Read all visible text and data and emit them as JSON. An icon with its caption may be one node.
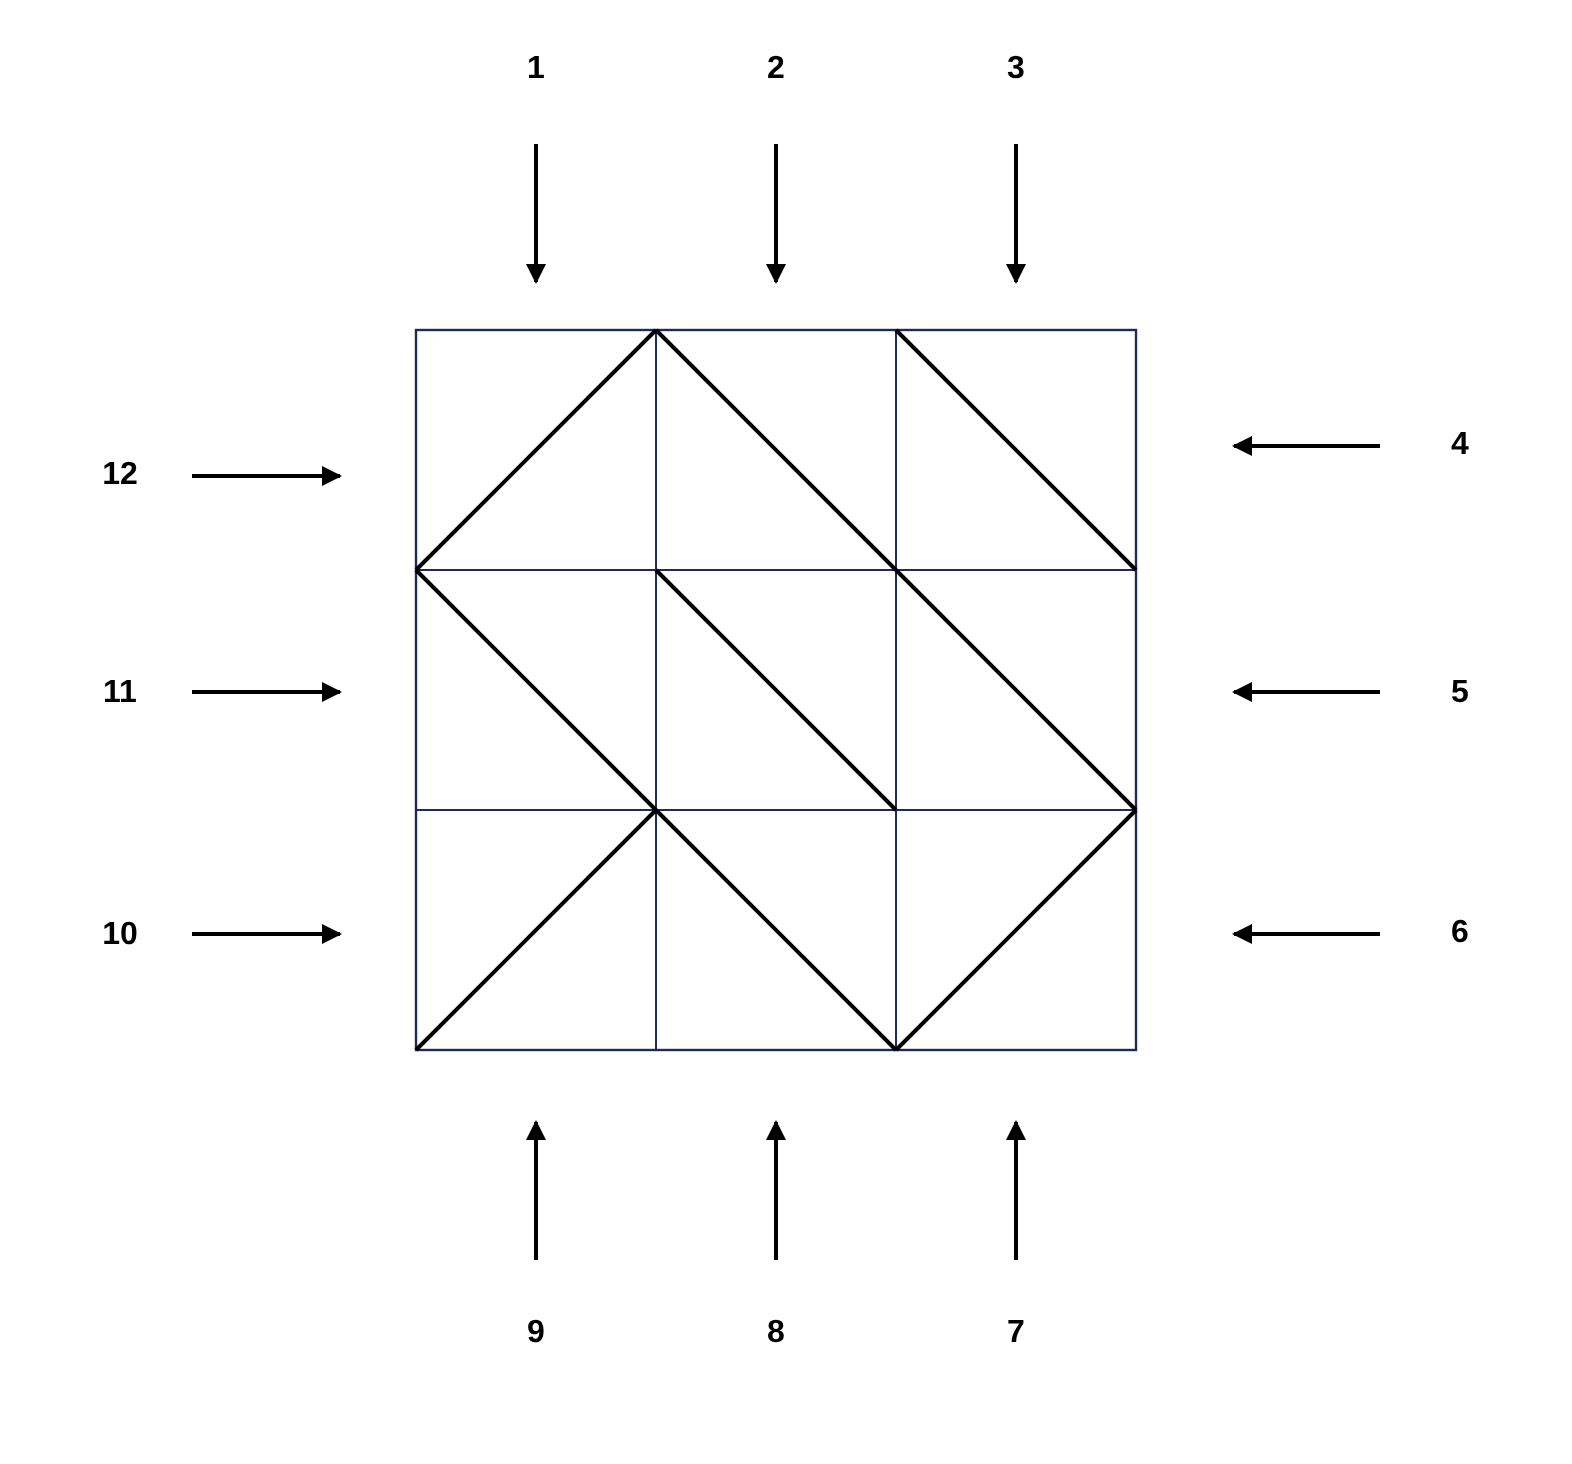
{
  "diagram": {
    "labels": [
      "1",
      "2",
      "3",
      "12",
      "4",
      "11",
      "5",
      "10",
      "6",
      "9",
      "8",
      "7"
    ]
  }
}
